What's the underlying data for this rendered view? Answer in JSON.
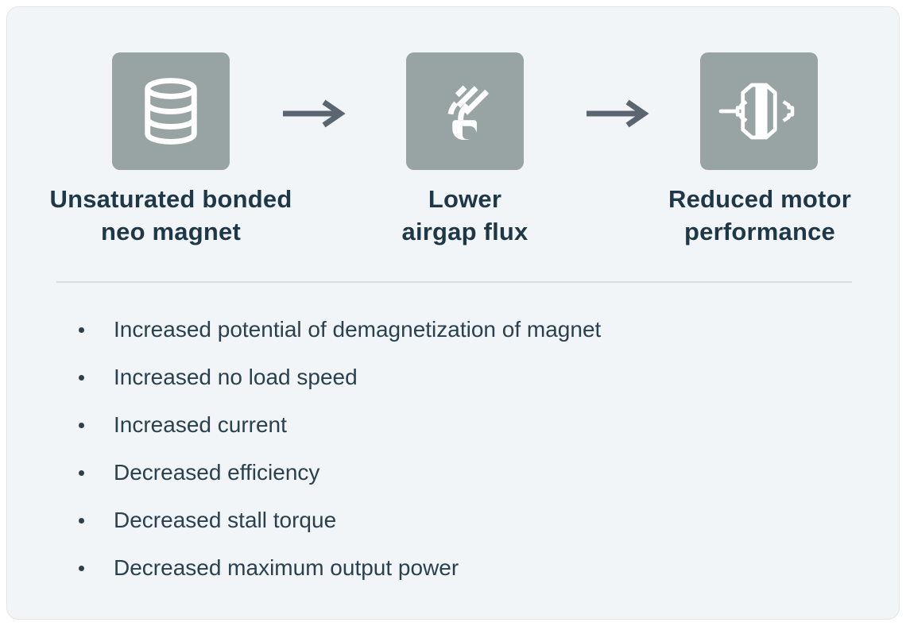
{
  "card": {
    "flow": {
      "steps": [
        {
          "line1": "Unsaturated bonded",
          "line2": "neo magnet",
          "icon": "database-cylinder-icon"
        },
        {
          "line1": "Lower",
          "line2": "airgap flux",
          "icon": "flux-lamp-icon"
        },
        {
          "line1": "Reduced motor",
          "line2": "performance",
          "icon": "motor-icon"
        }
      ],
      "connector_icon": "arrow-right-icon"
    },
    "effects": {
      "items": [
        "Increased potential of demagnetization of magnet",
        "Increased no load speed",
        "Increased current",
        "Decreased efficiency",
        "Decreased stall torque",
        "Decreased maximum output power"
      ]
    },
    "colors": {
      "card_background": "#f2f5f8",
      "tile_background": "#98a4a3",
      "icon_foreground": "#ffffff",
      "arrow": "#5a6570",
      "heading_text": "#1f3847",
      "body_text": "#29414f",
      "divider": "#dcdddd"
    }
  }
}
